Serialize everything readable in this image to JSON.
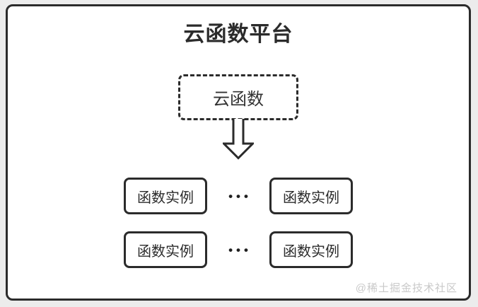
{
  "diagram": {
    "title": "云函数平台",
    "cloud_function_label": "云函数",
    "rows": [
      {
        "left": "函数实例",
        "dots": "•••",
        "right": "函数实例"
      },
      {
        "left": "函数实例",
        "dots": "•••",
        "right": "函数实例"
      }
    ],
    "watermark": "@稀土掘金技术社区"
  },
  "icons": {
    "down_arrow": "hollow-outlined-down-arrow"
  },
  "colors": {
    "line": "#2b2b2b",
    "card_background": "#ffffff",
    "page_background": "#ececec",
    "watermark_text": "#c9c9c9"
  }
}
